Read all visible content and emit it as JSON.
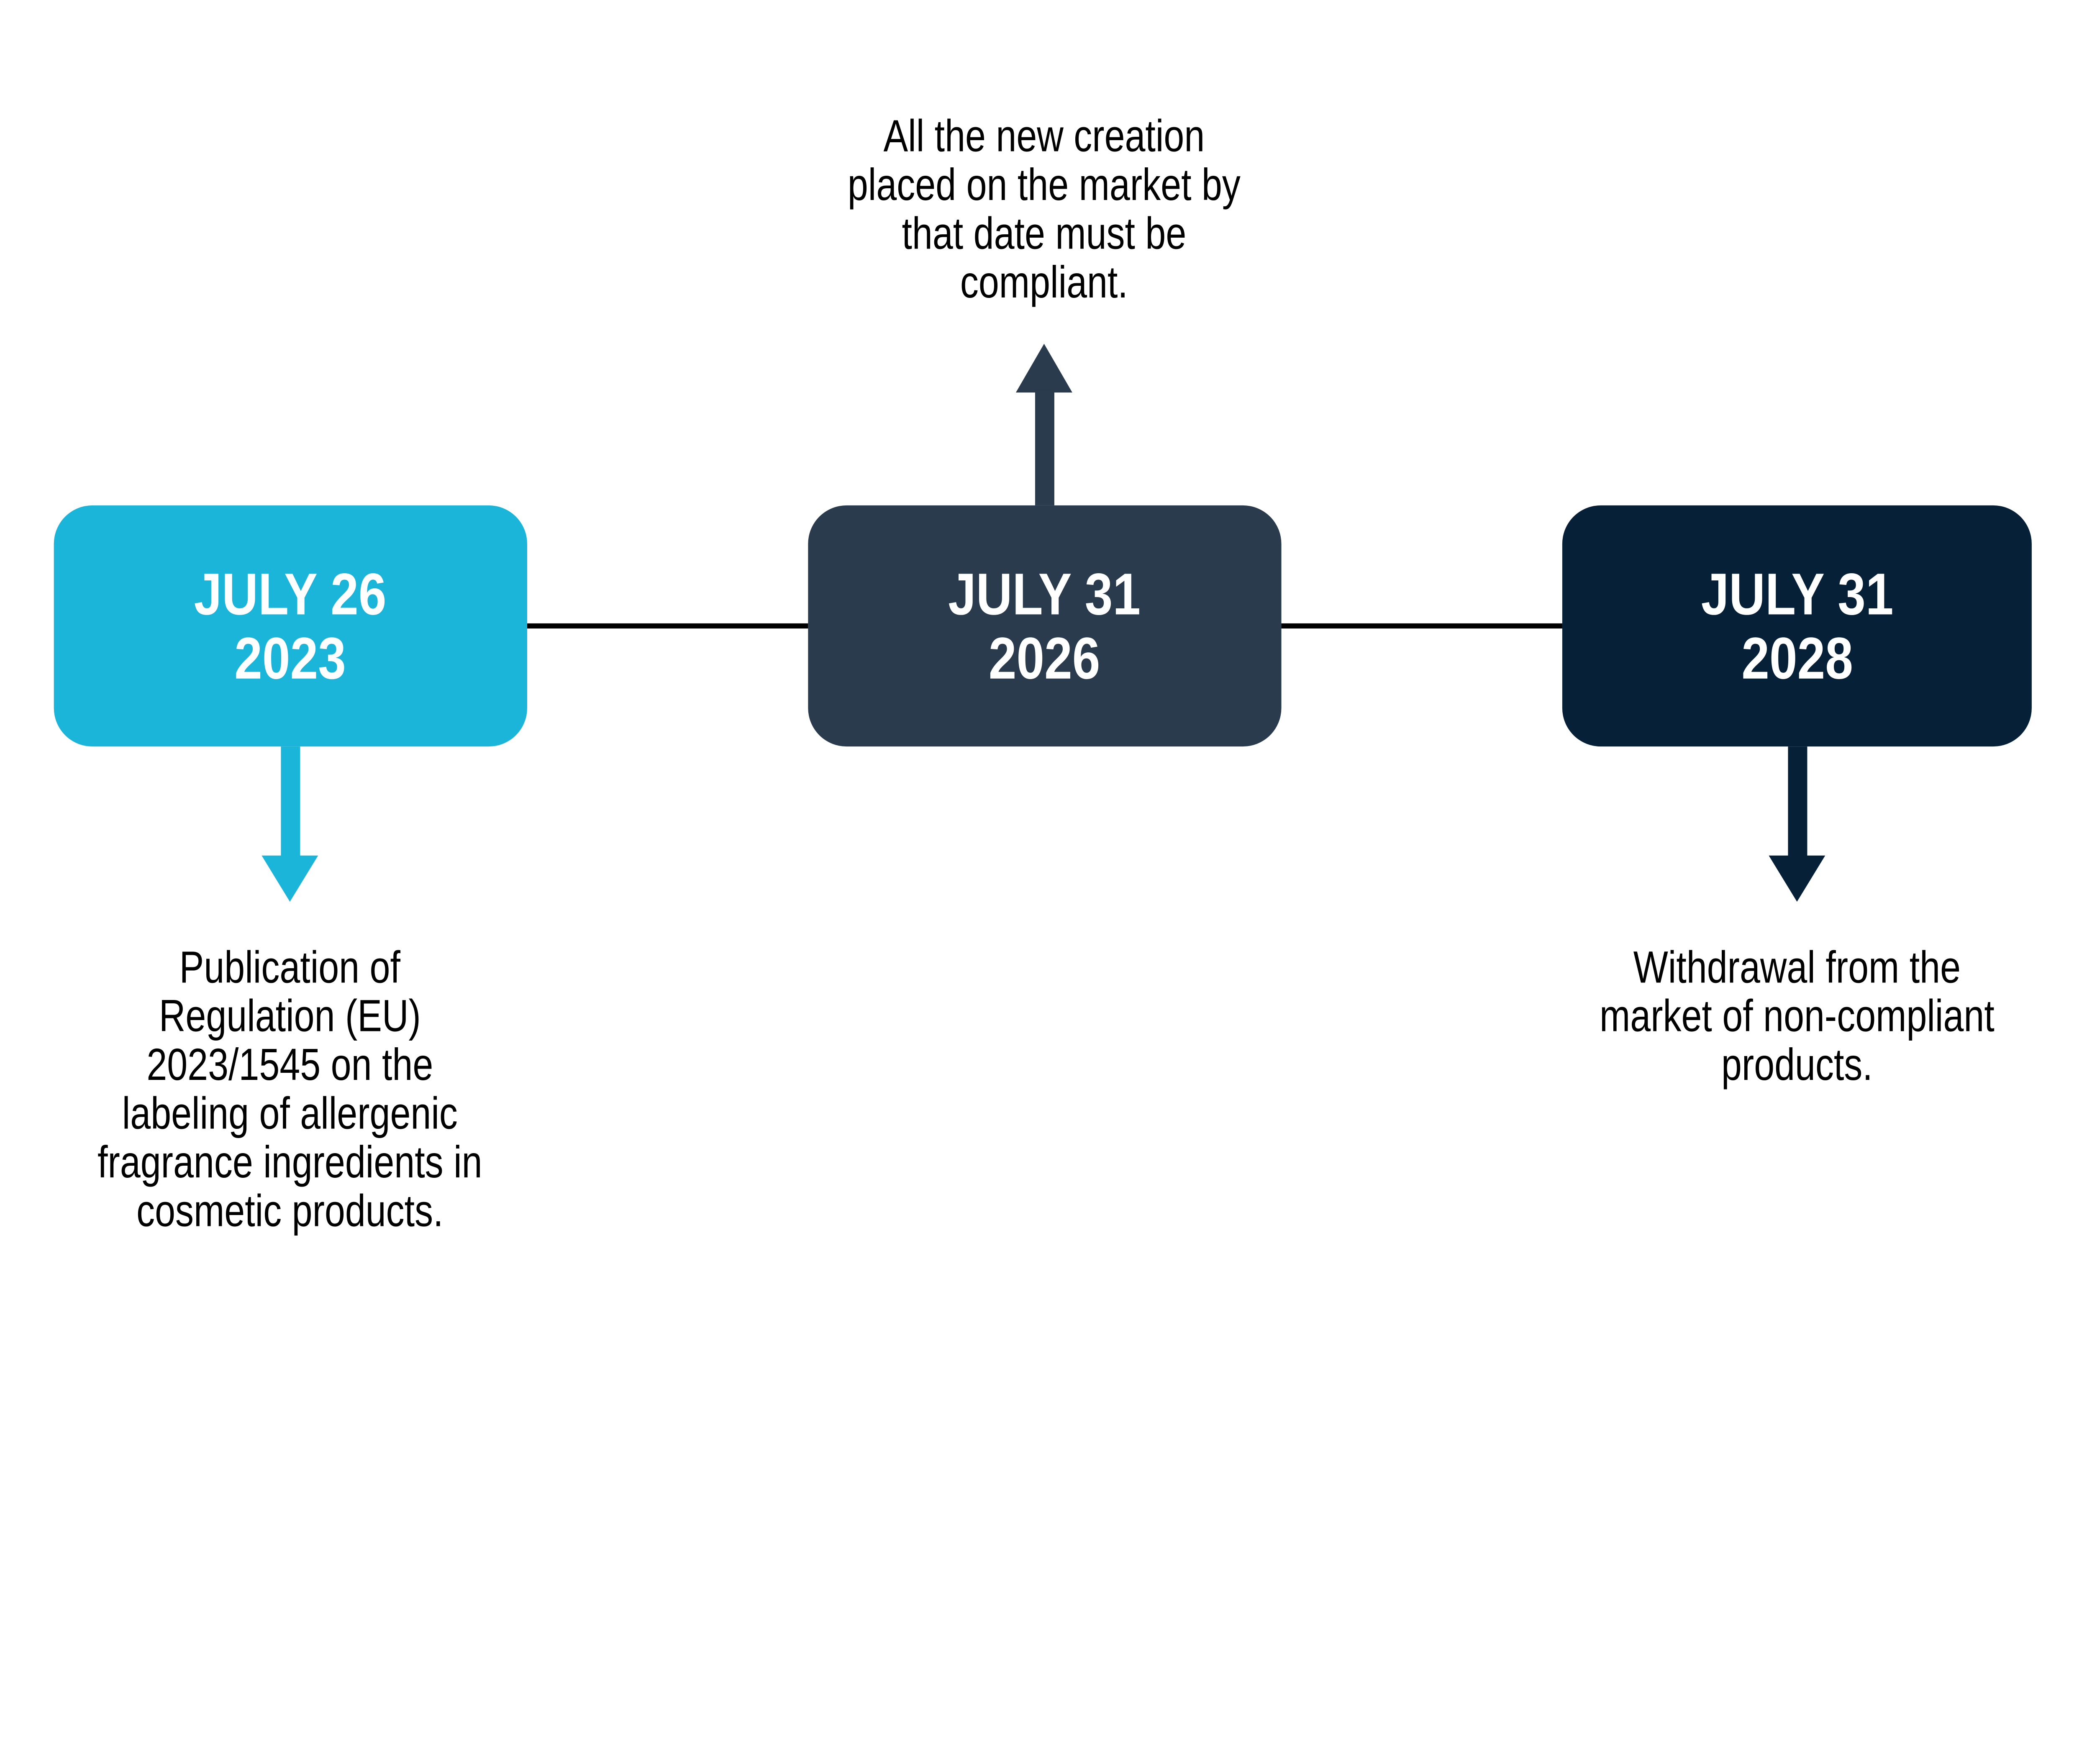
{
  "page": {
    "background": "#FFFFFF"
  },
  "colors": {
    "cyan_accent": "#1BB5D9",
    "slate_accent": "#293B4D",
    "navy_accent": "#062038",
    "connector": "#000000",
    "annotation_text": "#000000",
    "date_text": "#FFFFFF"
  },
  "timeline": {
    "connector_color": "#000000",
    "events": [
      {
        "date_line1": "JULY 26",
        "date_line2": "2023",
        "box_color": "#1BB5D9",
        "arrow_direction": "down",
        "annotation_lines": [
          "Publication of",
          "Regulation (EU)",
          "2023/1545 on the",
          "labeling of allergenic",
          "fragrance ingredients in",
          "cosmetic products."
        ]
      },
      {
        "date_line1": "JULY 31",
        "date_line2": "2026",
        "box_color": "#293B4D",
        "arrow_direction": "up",
        "annotation_lines": [
          "All the new creation",
          "placed on the market by",
          "that date must be",
          "compliant."
        ]
      },
      {
        "date_line1": "JULY 31",
        "date_line2": "2028",
        "box_color": "#062038",
        "arrow_direction": "down",
        "annotation_lines": [
          "Withdrawal from the",
          "market of non-compliant",
          "products."
        ]
      }
    ]
  }
}
